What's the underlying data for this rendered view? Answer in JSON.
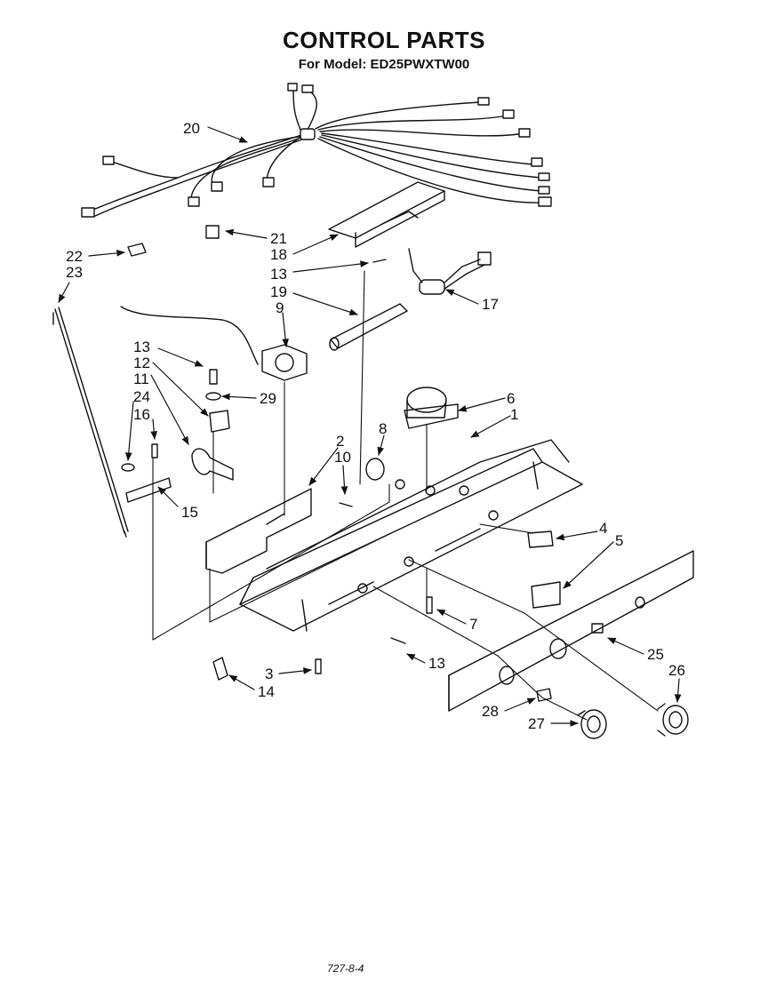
{
  "header": {
    "title": "CONTROL PARTS",
    "subtitle": "For Model: ED25PWXTW00"
  },
  "footer": {
    "code": "727-8-4"
  },
  "callouts": [
    {
      "id": "c20",
      "label": "20"
    },
    {
      "id": "c21",
      "label": "21"
    },
    {
      "id": "c18",
      "label": "18"
    },
    {
      "id": "c22",
      "label": "22"
    },
    {
      "id": "c23",
      "label": "23"
    },
    {
      "id": "c13a",
      "label": "13"
    },
    {
      "id": "c19",
      "label": "19"
    },
    {
      "id": "c17",
      "label": "17"
    },
    {
      "id": "c9",
      "label": "9"
    },
    {
      "id": "c13b",
      "label": "13"
    },
    {
      "id": "c12",
      "label": "12"
    },
    {
      "id": "c11",
      "label": "11"
    },
    {
      "id": "c29",
      "label": "29"
    },
    {
      "id": "c24",
      "label": "24"
    },
    {
      "id": "c16",
      "label": "16"
    },
    {
      "id": "c6",
      "label": "6"
    },
    {
      "id": "c1",
      "label": "1"
    },
    {
      "id": "c8",
      "label": "8"
    },
    {
      "id": "c2",
      "label": "2"
    },
    {
      "id": "c10",
      "label": "10"
    },
    {
      "id": "c15",
      "label": "15"
    },
    {
      "id": "c4",
      "label": "4"
    },
    {
      "id": "c5",
      "label": "5"
    },
    {
      "id": "c7",
      "label": "7"
    },
    {
      "id": "c13c",
      "label": "13"
    },
    {
      "id": "c25",
      "label": "25"
    },
    {
      "id": "c26",
      "label": "26"
    },
    {
      "id": "c3",
      "label": "3"
    },
    {
      "id": "c14",
      "label": "14"
    },
    {
      "id": "c28",
      "label": "28"
    },
    {
      "id": "c27",
      "label": "27"
    }
  ]
}
